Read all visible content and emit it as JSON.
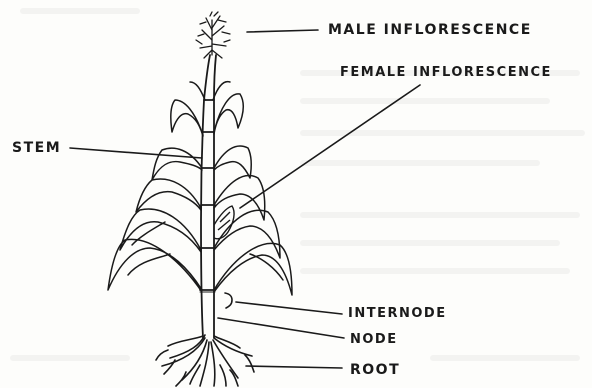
{
  "labels": {
    "male_inflorescence": "MALE INFLORESCENCE",
    "female_inflorescence": "FEMALE INFLORESCENCE",
    "stem": "STEM",
    "internode": "INTERNODE",
    "node": "NODE",
    "root": "ROOT"
  },
  "colors": {
    "ink": "#1a1a1a",
    "paper": "#fdfdfb"
  }
}
